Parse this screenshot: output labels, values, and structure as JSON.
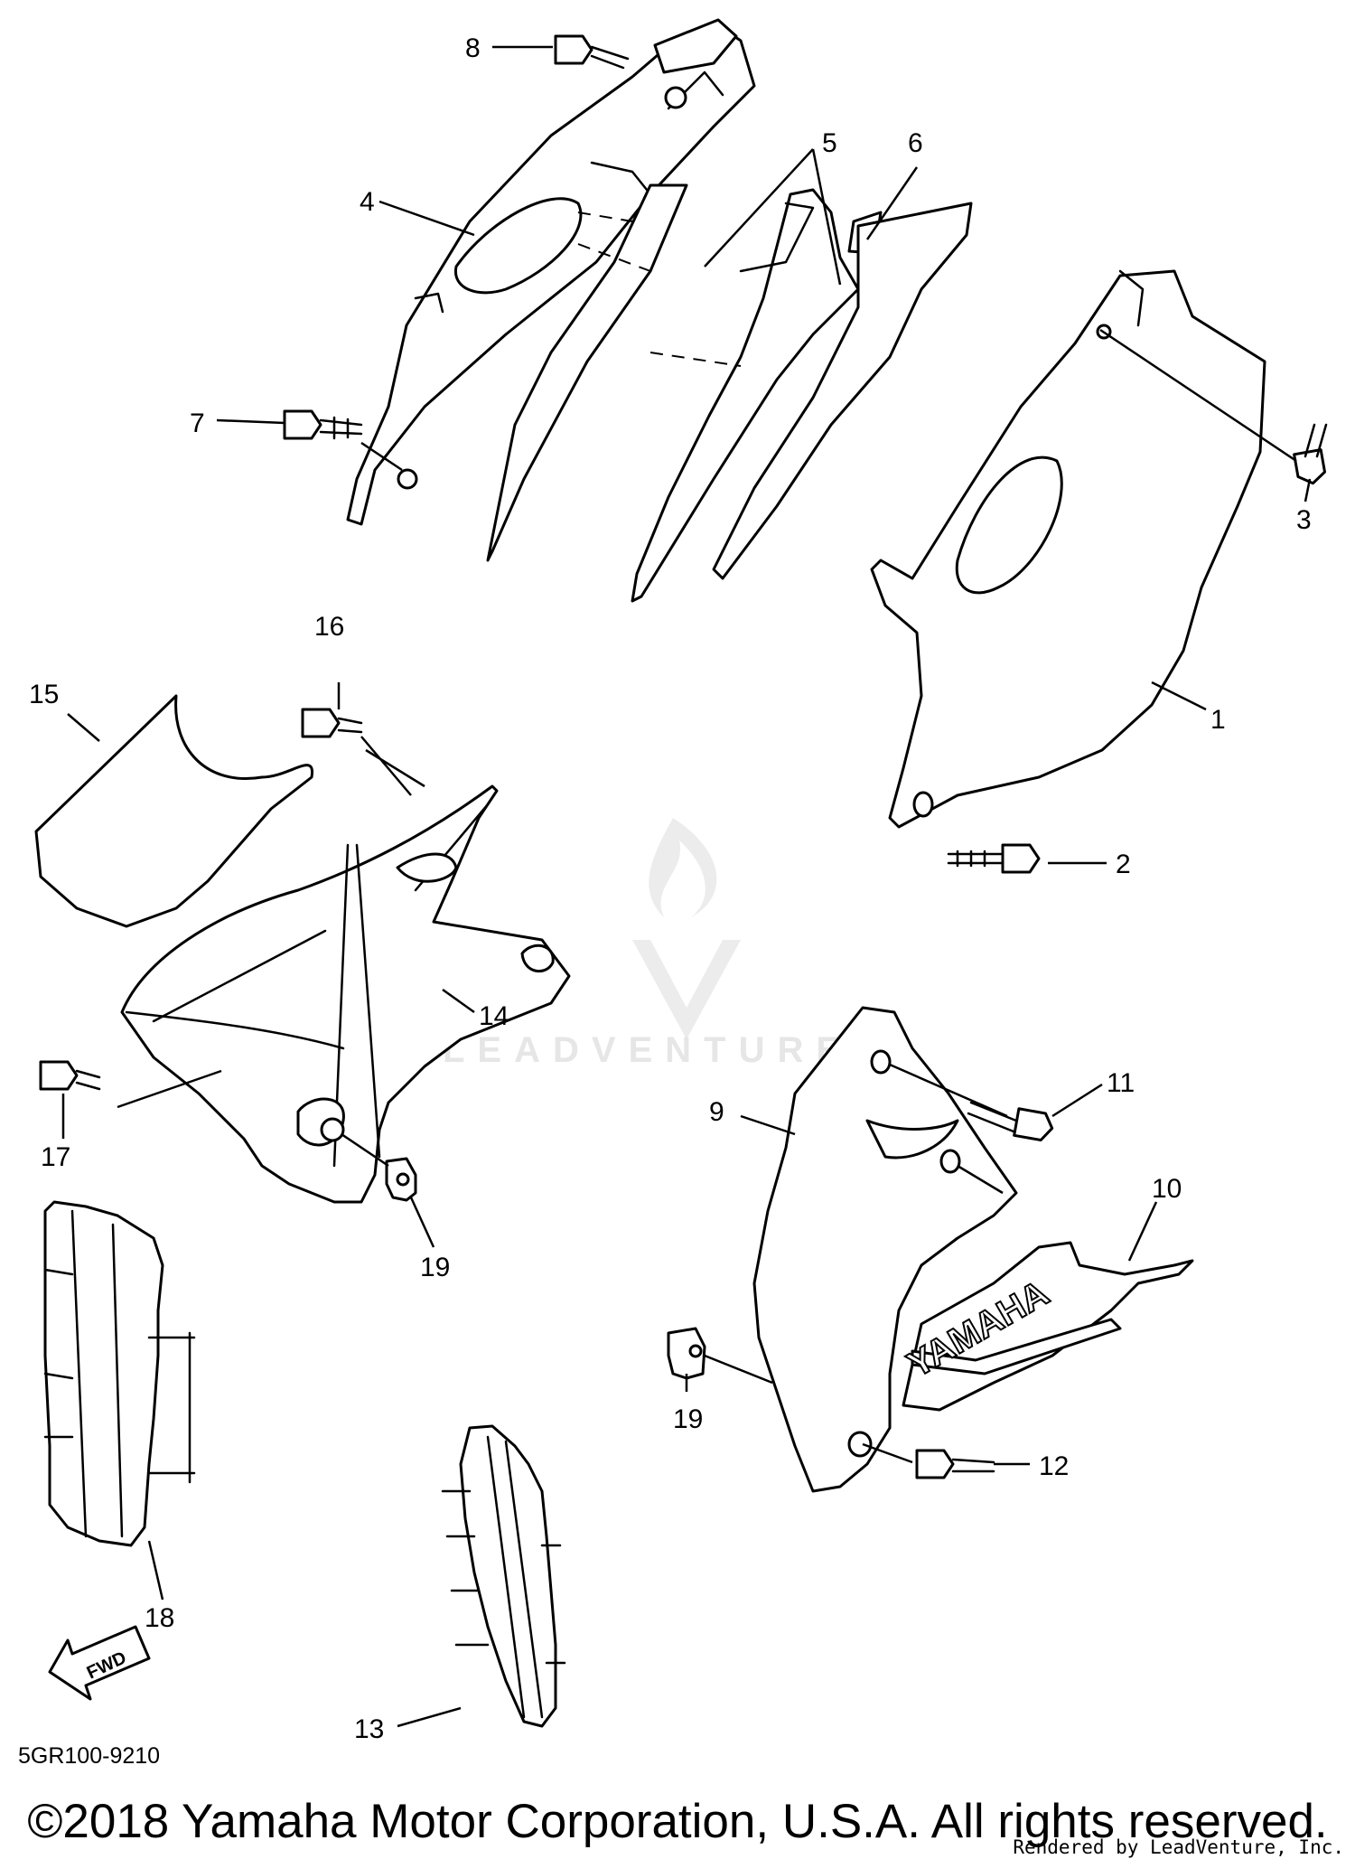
{
  "callouts": [
    {
      "label": "1"
    },
    {
      "label": "2"
    },
    {
      "label": "3"
    },
    {
      "label": "4"
    },
    {
      "label": "5"
    },
    {
      "label": "6"
    },
    {
      "label": "7"
    },
    {
      "label": "8"
    },
    {
      "label": "9"
    },
    {
      "label": "10"
    },
    {
      "label": "11"
    },
    {
      "label": "12"
    },
    {
      "label": "13"
    },
    {
      "label": "14"
    },
    {
      "label": "15"
    },
    {
      "label": "16"
    },
    {
      "label": "17"
    },
    {
      "label": "18"
    },
    {
      "label": "19a",
      "text": "19"
    },
    {
      "label": "19b",
      "text": "19"
    }
  ],
  "decal_text": "YAMAHA",
  "fwd_label": "FWD",
  "diagram_code": "5GR100-9210",
  "copyright": "©2018 Yamaha Motor Corporation, U.S.A. All rights reserved.",
  "watermark": "LEADVENTURE",
  "rendered_by": "Rendered by LeadVenture, Inc."
}
